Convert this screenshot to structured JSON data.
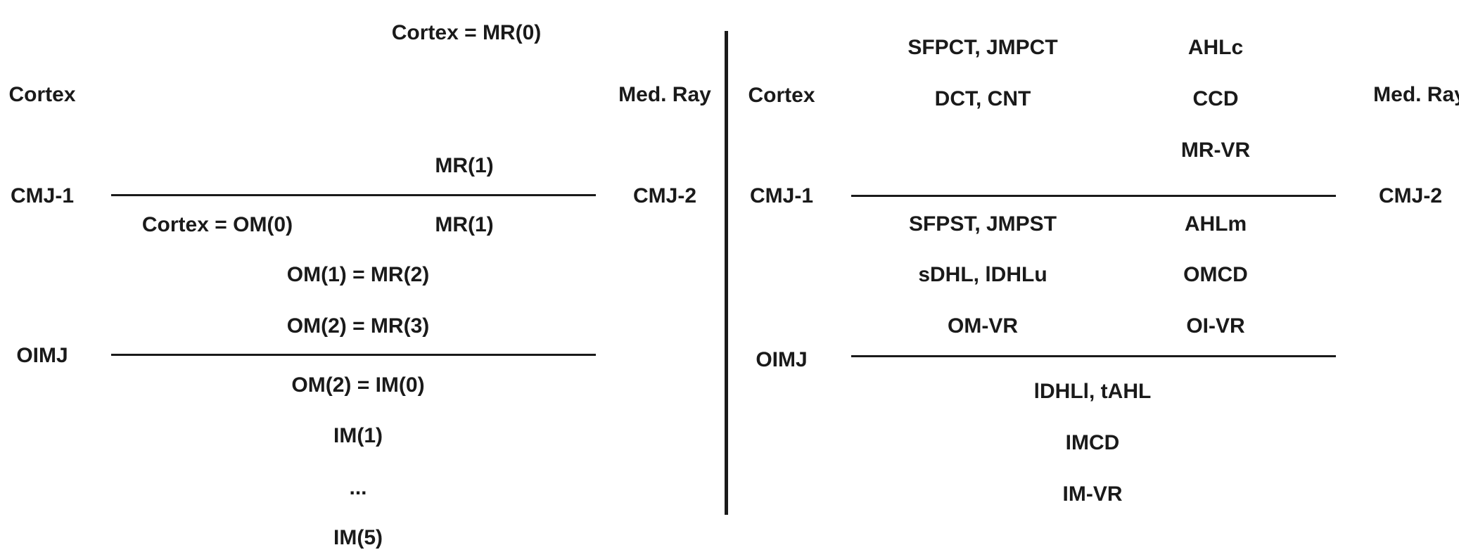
{
  "left_panel": {
    "top_label": "Cortex = MR(0)",
    "cortex": "Cortex",
    "med_ray": "Med. Ray",
    "cmj1": "CMJ-1",
    "cmj2": "CMJ-2",
    "oimj": "OIMJ",
    "mr1_above": "MR(1)",
    "cortex_om0": "Cortex = OM(0)",
    "mr1_below": "MR(1)",
    "om1_mr2": "OM(1) = MR(2)",
    "om2_mr3": "OM(2) = MR(3)",
    "om2_im0": "OM(2) = IM(0)",
    "im1": "IM(1)",
    "ellipsis": "...",
    "im5": "IM(5)"
  },
  "right_panel": {
    "cortex": "Cortex",
    "med_ray": "Med. Ray",
    "cmj1": "CMJ-1",
    "cmj2": "CMJ-2",
    "oimj": "OIMJ",
    "sfpct_jmpct": "SFPCT, JMPCT",
    "dct_cnt": "DCT, CNT",
    "ahlc": "AHLc",
    "ccd": "CCD",
    "mr_vr": "MR-VR",
    "sfpst_jmpst": "SFPST, JMPST",
    "sdhl_idhlu": "sDHL, lDHLu",
    "om_vr": "OM-VR",
    "ahlm": "AHLm",
    "omcd": "OMCD",
    "oi_vr": "OI-VR",
    "idhll_tahl": "lDHLl, tAHL",
    "imcd": "IMCD",
    "im_vr": "IM-VR"
  }
}
